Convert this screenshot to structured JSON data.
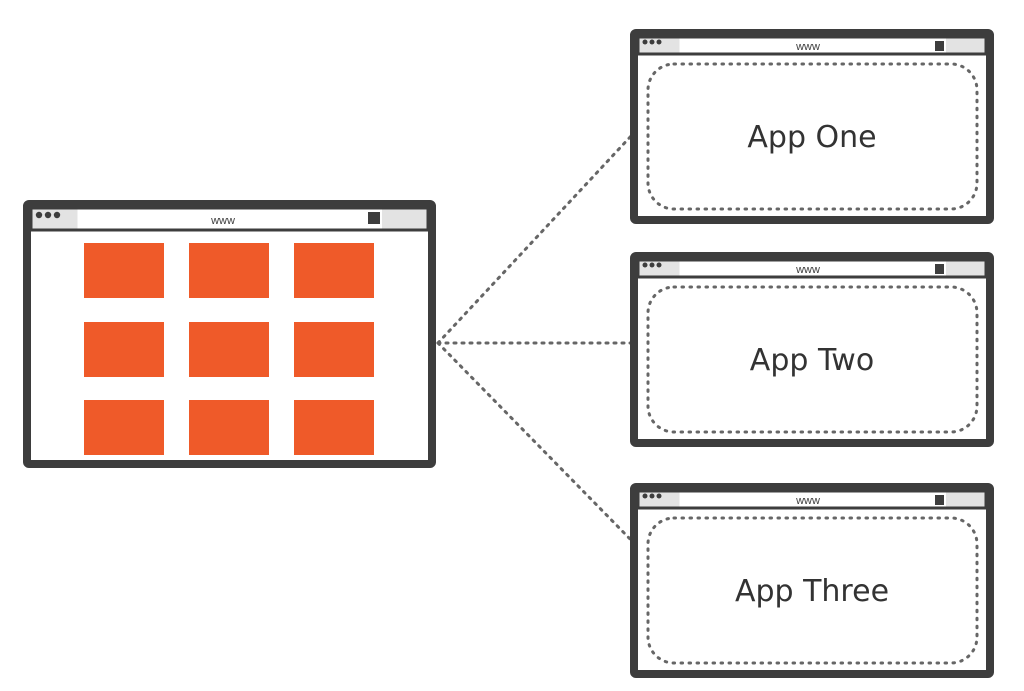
{
  "main_site": {
    "url_text": "www",
    "tile_color": "#ef5a29",
    "tile_rows": 3,
    "tile_columns": 3
  },
  "apps": [
    {
      "url_text": "www",
      "label": "App One"
    },
    {
      "url_text": "www",
      "label": "App Two"
    },
    {
      "url_text": "www",
      "label": "App Three"
    }
  ]
}
